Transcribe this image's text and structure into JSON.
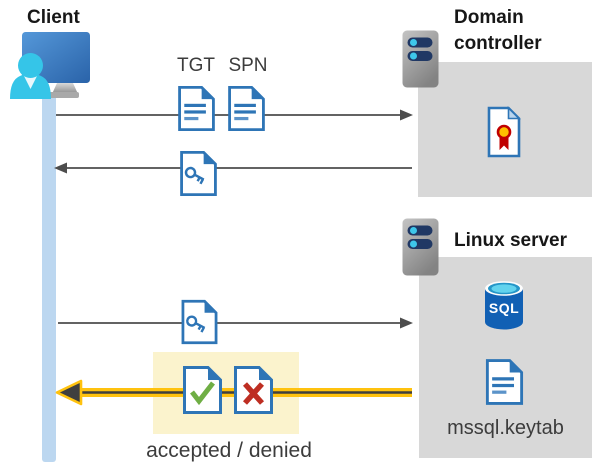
{
  "client": {
    "title": "Client"
  },
  "domain_controller": {
    "title": "Domain controller"
  },
  "linux_server": {
    "title": "Linux server",
    "sql_label": "SQL",
    "keytab_label": "mssql.keytab"
  },
  "messages": {
    "tgt_label": "TGT",
    "spn_label": "SPN",
    "result_label": "accepted / denied"
  },
  "icons": [
    "client-workstation-icon",
    "monitor-icon",
    "person-icon",
    "domain-server-icon",
    "linux-server-icon",
    "certificate-icon",
    "tgt-document-icon",
    "spn-document-icon",
    "tgt-key-document-icon",
    "service-key-document-icon",
    "sql-database-icon",
    "keytab-document-icon",
    "accepted-check-document-icon",
    "denied-x-document-icon"
  ],
  "colors": {
    "document_blue": "#2E75B6",
    "box_gray": "#D8D8D8",
    "timeline_blue": "#BCD7F0",
    "highlight_yellow_bg": "#FBF3CD",
    "arrow_yellow": "#FFC20E",
    "arrow_gray": "#4D4D4D",
    "accepted_green": "#6FAE44",
    "denied_red": "#BE2E22",
    "sql_body_blue": "#1160B4",
    "sql_top_cyan": "#62D3EE",
    "server_slot_navy": "#203864",
    "server_dot_cyan": "#3EC7EA",
    "person_cyan": "#35C5E8",
    "certificate_seal_yellow": "#FFC000",
    "certificate_seal_red": "#C00000",
    "title_text": "#171717",
    "label_text": "#3C3C3C"
  }
}
